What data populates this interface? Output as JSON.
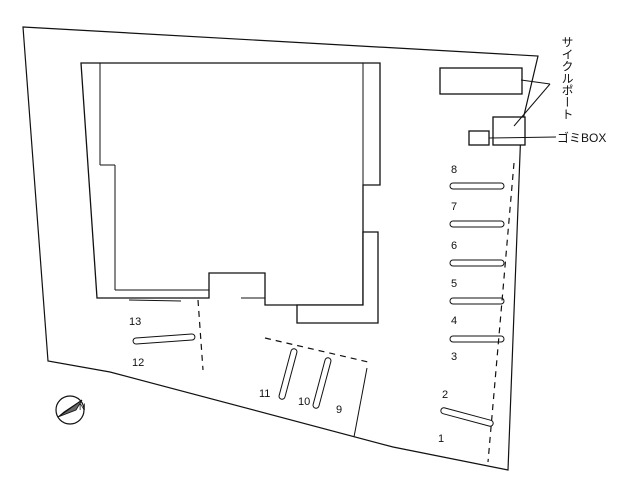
{
  "labels": {
    "cycle_port": "サイクルポート",
    "garbage_box": "ゴミBOX"
  },
  "parking_numbers": [
    "1",
    "2",
    "3",
    "4",
    "5",
    "6",
    "7",
    "8",
    "9",
    "10",
    "11",
    "12",
    "13"
  ],
  "compass": {
    "icon": "compass-north-arrow-icon"
  }
}
